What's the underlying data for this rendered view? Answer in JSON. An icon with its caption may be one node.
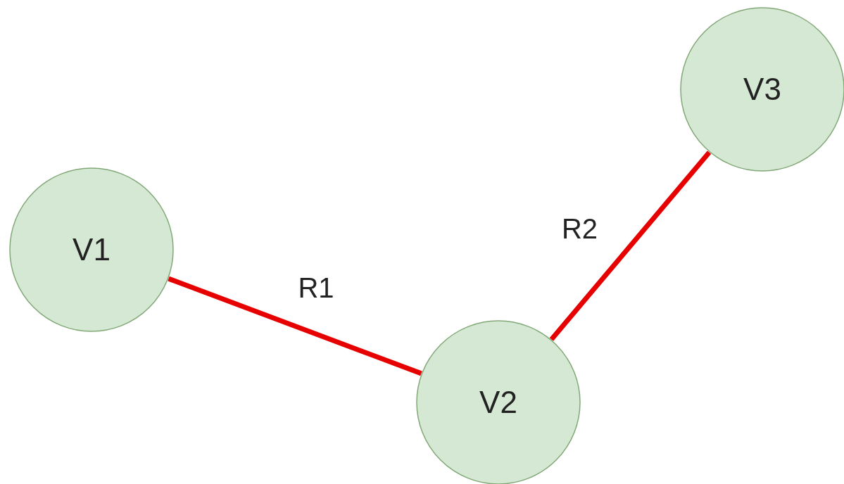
{
  "diagram": {
    "nodes": [
      {
        "text": [
          "V1"
        ]
      },
      {
        "text": [
          "V2"
        ]
      },
      {
        "text": [
          "V3"
        ]
      }
    ],
    "edges": [
      {
        "from": 0,
        "to": 1,
        "arrow": "none",
        "label": "R1"
      },
      {
        "from": 1,
        "to": 2,
        "arrow": "none",
        "label": "R2"
      }
    ]
  }
}
